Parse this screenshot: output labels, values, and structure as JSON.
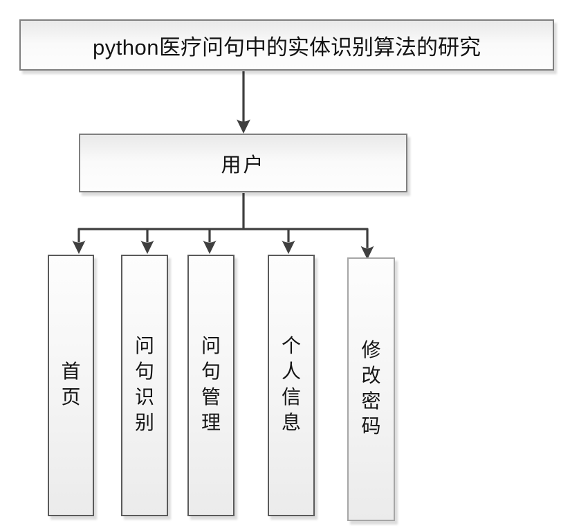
{
  "diagram": {
    "title": {
      "latin": "python",
      "chinese": "医疗问句中的实体识别算法的研究"
    },
    "root": {
      "label": "用户"
    },
    "children": [
      {
        "label": "首页"
      },
      {
        "label": "问句识别"
      },
      {
        "label": "问句管理"
      },
      {
        "label": "个人信息"
      },
      {
        "label": "修改密码"
      }
    ],
    "colors": {
      "connector": "#3f3f3f",
      "box_border": "#7f7f7f",
      "child_border": "#5a5a5a",
      "child_border_light": "#a6a6a6",
      "background": "#ffffff",
      "text": "#141414"
    }
  }
}
